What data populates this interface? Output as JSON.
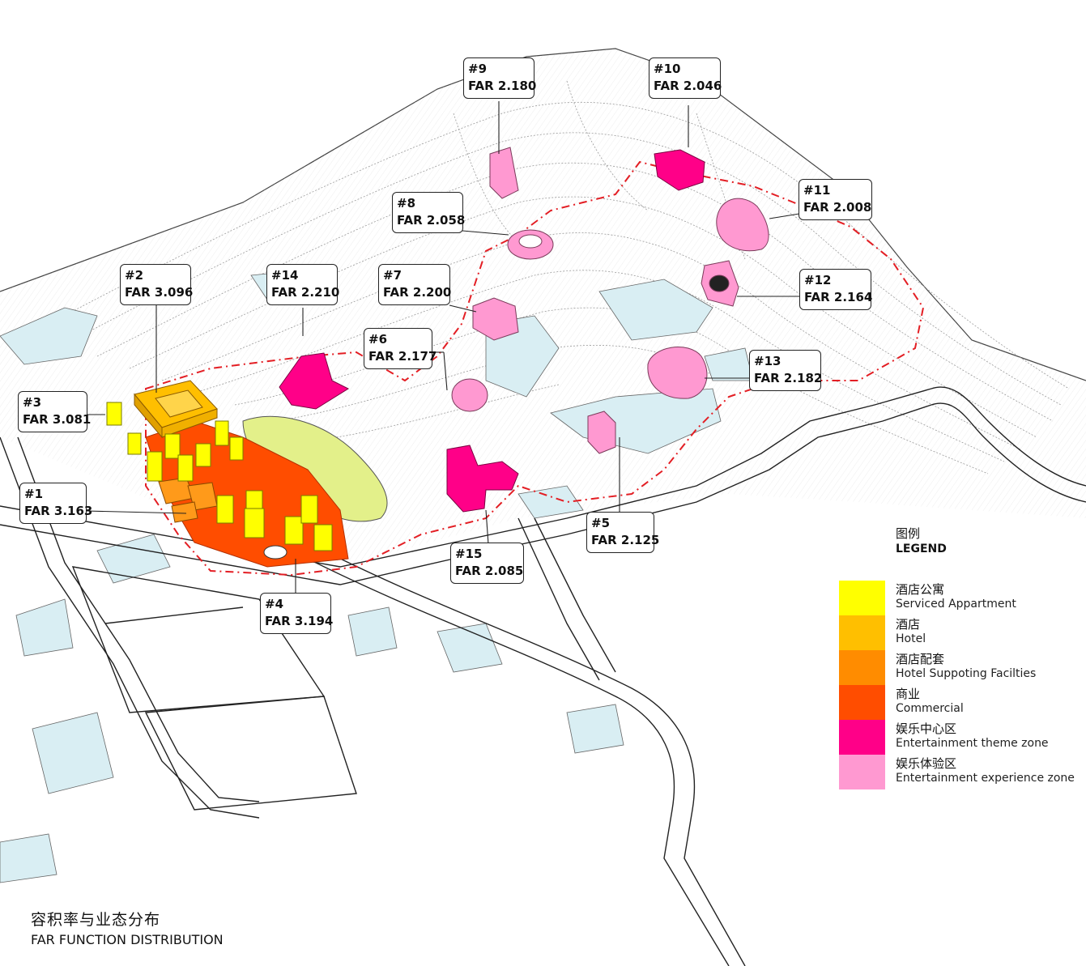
{
  "callouts": [
    {
      "id": "#1",
      "far": "FAR 3.163"
    },
    {
      "id": "#2",
      "far": "FAR 3.096"
    },
    {
      "id": "#3",
      "far": "FAR 3.081"
    },
    {
      "id": "#4",
      "far": "FAR 3.194"
    },
    {
      "id": "#5",
      "far": "FAR 2.125"
    },
    {
      "id": "#6",
      "far": "FAR 2.177"
    },
    {
      "id": "#7",
      "far": "FAR 2.200"
    },
    {
      "id": "#8",
      "far": "FAR 2.058"
    },
    {
      "id": "#9",
      "far": "FAR 2.180"
    },
    {
      "id": "#10",
      "far": "FAR 2.046"
    },
    {
      "id": "#11",
      "far": "FAR 2.008"
    },
    {
      "id": "#12",
      "far": "FAR 2.164"
    },
    {
      "id": "#13",
      "far": "FAR 2.182"
    },
    {
      "id": "#14",
      "far": "FAR 2.210"
    },
    {
      "id": "#15",
      "far": "FAR 2.085"
    }
  ],
  "legend": {
    "title_cn": "图例",
    "title_en": "LEGEND",
    "items": [
      {
        "cn": "酒店公寓",
        "en": "Serviced Appartment",
        "color": "#ffff00"
      },
      {
        "cn": "酒店",
        "en": "Hotel",
        "color": "#ffbf00"
      },
      {
        "cn": "酒店配套",
        "en": "Hotel Suppoting Facilties",
        "color": "#ff8c00"
      },
      {
        "cn": "商业",
        "en": "Commercial",
        "color": "#ff4d00"
      },
      {
        "cn": "娱乐中心区",
        "en": "Entertainment theme zone",
        "color": "#ff0088"
      },
      {
        "cn": "娱乐体验区",
        "en": "Entertainment experience zone",
        "color": "#ff99d1"
      }
    ]
  },
  "caption": {
    "cn": "容积率与业态分布",
    "en": "FAR FUNCTION DISTRIBUTION"
  },
  "colors": {
    "boundary": "#e31e24",
    "water": "#d9eef3",
    "road": "#222222",
    "contour": "#9a9a9a",
    "green_zone": "#e3f08a"
  }
}
